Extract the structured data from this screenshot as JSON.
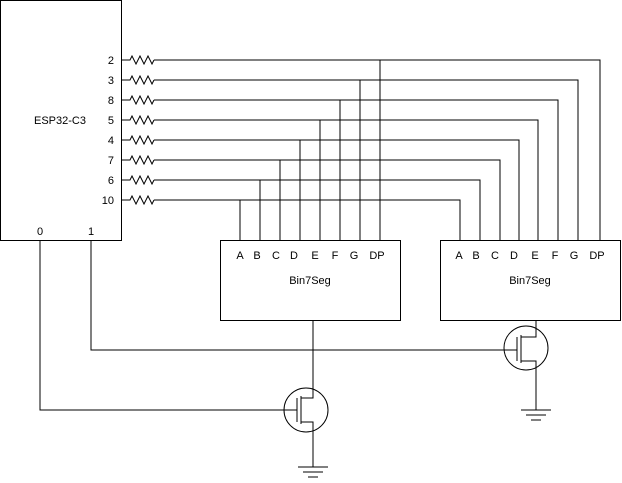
{
  "mcu": {
    "label": "ESP32-C3",
    "segment_pins": [
      "2",
      "3",
      "8",
      "5",
      "4",
      "7",
      "6",
      "10"
    ],
    "control_pins": [
      "0",
      "1"
    ]
  },
  "displays": [
    {
      "label": "Bin7Seg",
      "pins": [
        "A",
        "B",
        "C",
        "D",
        "E",
        "F",
        "G",
        "DP"
      ]
    },
    {
      "label": "Bin7Seg",
      "pins": [
        "A",
        "B",
        "C",
        "D",
        "E",
        "F",
        "G",
        "DP"
      ]
    }
  ],
  "connections": [
    {
      "mcu_pin": "2",
      "segment": "DP"
    },
    {
      "mcu_pin": "3",
      "segment": "G"
    },
    {
      "mcu_pin": "8",
      "segment": "F"
    },
    {
      "mcu_pin": "5",
      "segment": "E"
    },
    {
      "mcu_pin": "4",
      "segment": "D"
    },
    {
      "mcu_pin": "7",
      "segment": "C"
    },
    {
      "mcu_pin": "6",
      "segment": "B"
    },
    {
      "mcu_pin": "10",
      "segment": "A"
    }
  ],
  "transistors": [
    {
      "gate_pin": "0",
      "display": 1
    },
    {
      "gate_pin": "1",
      "display": 2
    }
  ]
}
